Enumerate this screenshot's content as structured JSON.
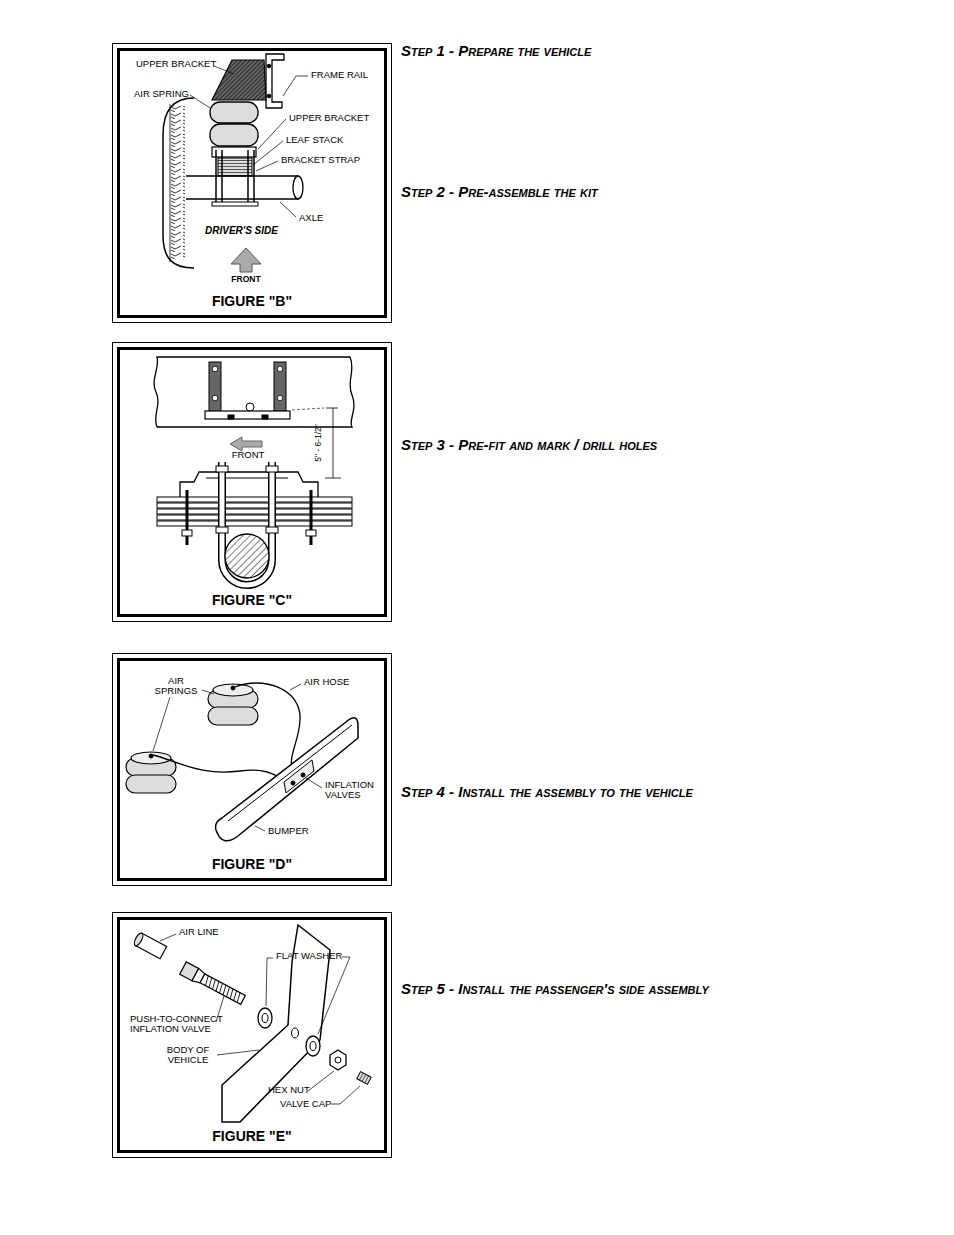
{
  "diagram": {
    "nodes": [
      {
        "text": [
          "FIGURE  \"B\""
        ]
      },
      {
        "text": [
          "FIGURE  \"C\""
        ]
      },
      {
        "text": [
          "FIGURE  \"D\""
        ]
      },
      {
        "text": [
          "FIGURE  \"E\""
        ]
      }
    ],
    "labels": [
      "UPPER BRACKET",
      "AIR SPRING",
      "FRAME RAIL",
      "UPPER BRACKET",
      "LEAF STACK",
      "BRACKET STRAP",
      "AXLE",
      "DRIVER'S SIDE",
      "FRONT",
      "Step 1 - Prepare the vehicle",
      "Step 2 - Pre-assemble the kit",
      "FRONT",
      "5\" - 6-1/2\"",
      "Step 3 - Pre-fit and mark / drill holes",
      "AIR SPRINGS",
      "AIR HOSE",
      "INFLATION VALVES",
      "BUMPER",
      "Step 4 - Install the assembly to the vehicle",
      "AIR LINE",
      "FLAT WASHER",
      "PUSH-TO-CONNECT INFLATION VALVE",
      "BODY OF VEHICLE",
      "HEX NUT",
      "VALVE CAP",
      "Step 5 - Install the passenger's side assembly"
    ]
  }
}
